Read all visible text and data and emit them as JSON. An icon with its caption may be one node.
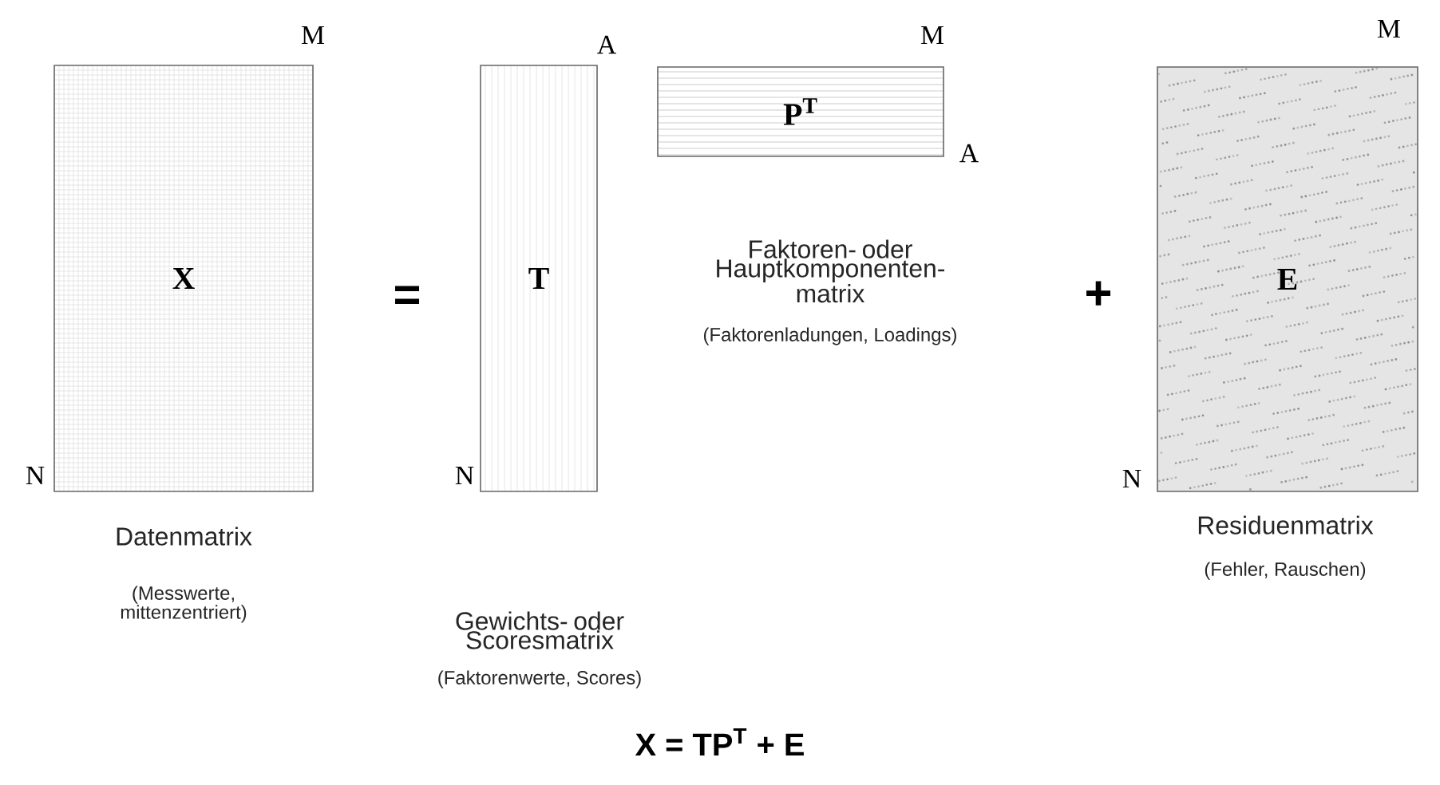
{
  "diagram": {
    "caption": "X = TP$^{T}$ + E",
    "nodes": [
      {
        "text": [
          "X"
        ],
        "beside": [
          "Datenmatrix",
          "(Messwerte, mittenzentriert)"
        ]
      },
      {
        "text": [
          "T"
        ],
        "beside": [
          "Gewichts- oder Scoresmatrix",
          "(Faktorenwerte, Scores)"
        ]
      },
      {
        "text": [
          "P$^{T}$"
        ],
        "beside": [
          "Faktoren- oder Hauptkomponenten- matrix",
          "(Faktorenladungen, Loadings)"
        ]
      },
      {
        "text": [
          "E"
        ],
        "beside": [
          "Residuenmatrix",
          "(Fehler, Rauschen)"
        ]
      }
    ],
    "labels": [
      "M",
      "N",
      "=",
      "A",
      "N",
      "M",
      "A",
      "+",
      "M",
      "N"
    ]
  }
}
